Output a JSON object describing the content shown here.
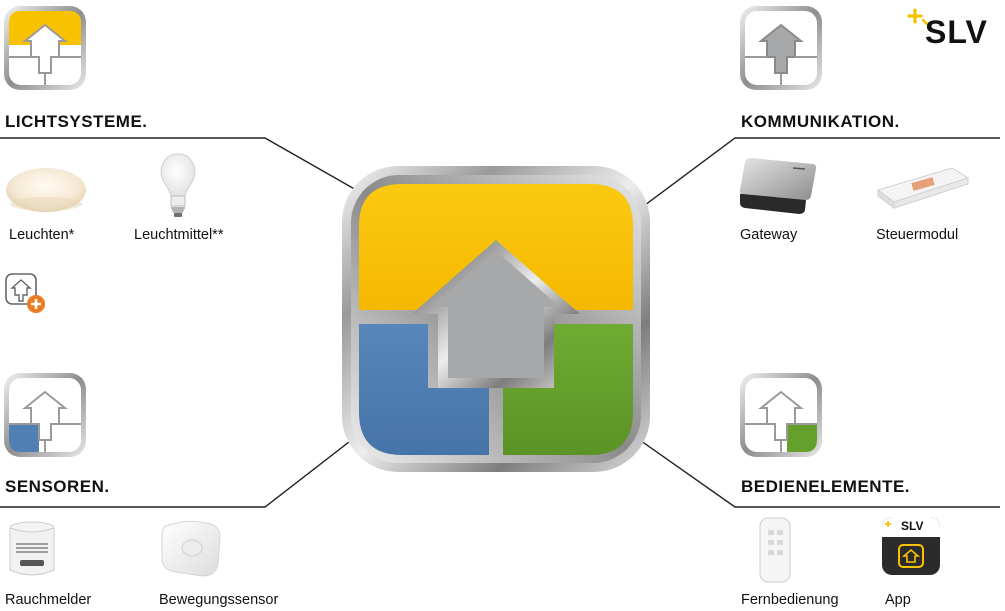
{
  "brand": {
    "logo_text": "SLV"
  },
  "colors": {
    "yellow": "#f9c200",
    "grey": "#a7a8aa",
    "blue": "#4f7fb3",
    "green": "#66a02c",
    "orange": "#ee7a22"
  },
  "sections": {
    "lichtsysteme": {
      "title": "LICHTSYSTEME.",
      "items": [
        "Leuchten*",
        "Leuchtmittel**"
      ]
    },
    "kommunikation": {
      "title": "KOMMUNIKATION.",
      "items": [
        "Gateway",
        "Steuermodul"
      ]
    },
    "sensoren": {
      "title": "SENSOREN.",
      "items": [
        "Rauchmelder",
        "Bewegungssensor"
      ]
    },
    "bedienelemente": {
      "title": "BEDIENELEMENTE.",
      "items": [
        "Fernbedienung",
        "App"
      ],
      "app_icon_text": "SLV"
    }
  },
  "icons": {
    "section_icon": "house-tile-icon",
    "add_icon": "house-add-icon",
    "logo": "slv-logo"
  }
}
